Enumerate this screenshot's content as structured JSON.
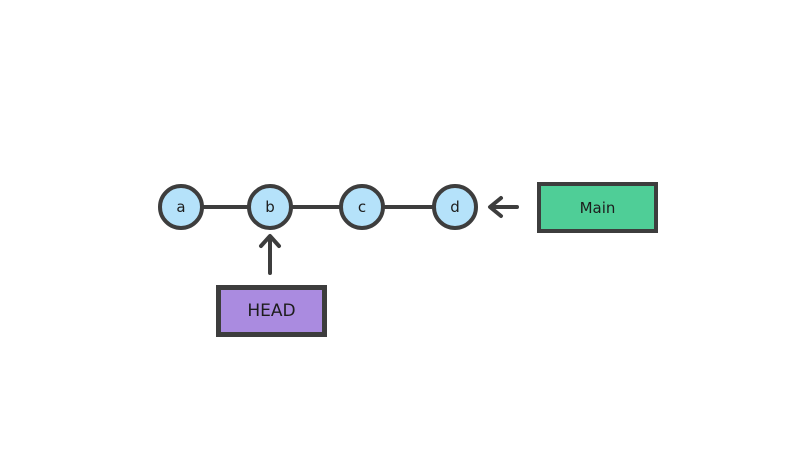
{
  "colors": {
    "background": "#ffffff",
    "stroke": "#3d3d3d",
    "node_fill": "#b5e2fa",
    "main_fill": "#4fce97",
    "head_fill": "#aa8be0",
    "text": "#1d1d1d"
  },
  "diagram": {
    "commits": [
      {
        "label": "a"
      },
      {
        "label": "b"
      },
      {
        "label": "c"
      },
      {
        "label": "d"
      }
    ],
    "branch_label": "Main",
    "head_label": "HEAD"
  }
}
